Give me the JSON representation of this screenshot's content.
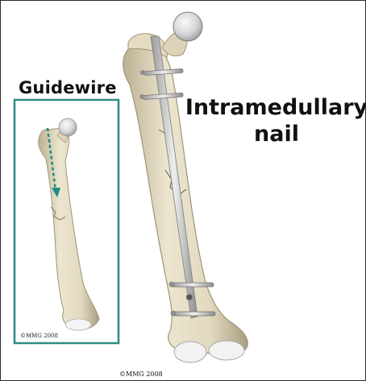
{
  "labels": {
    "guidewire": "Guidewire",
    "nail_line1": "Intramedullary",
    "nail_line2": "nail"
  },
  "copyright": {
    "inset": "©MMG 2008",
    "main": "©MMG 2008"
  },
  "colors": {
    "bone": "#e6dec7",
    "bone_shadow": "#bdb193",
    "inset_border": "#2e8b84",
    "guidewire_arrow": "#1f8c86",
    "implant_metal": "#c9c9c9"
  }
}
